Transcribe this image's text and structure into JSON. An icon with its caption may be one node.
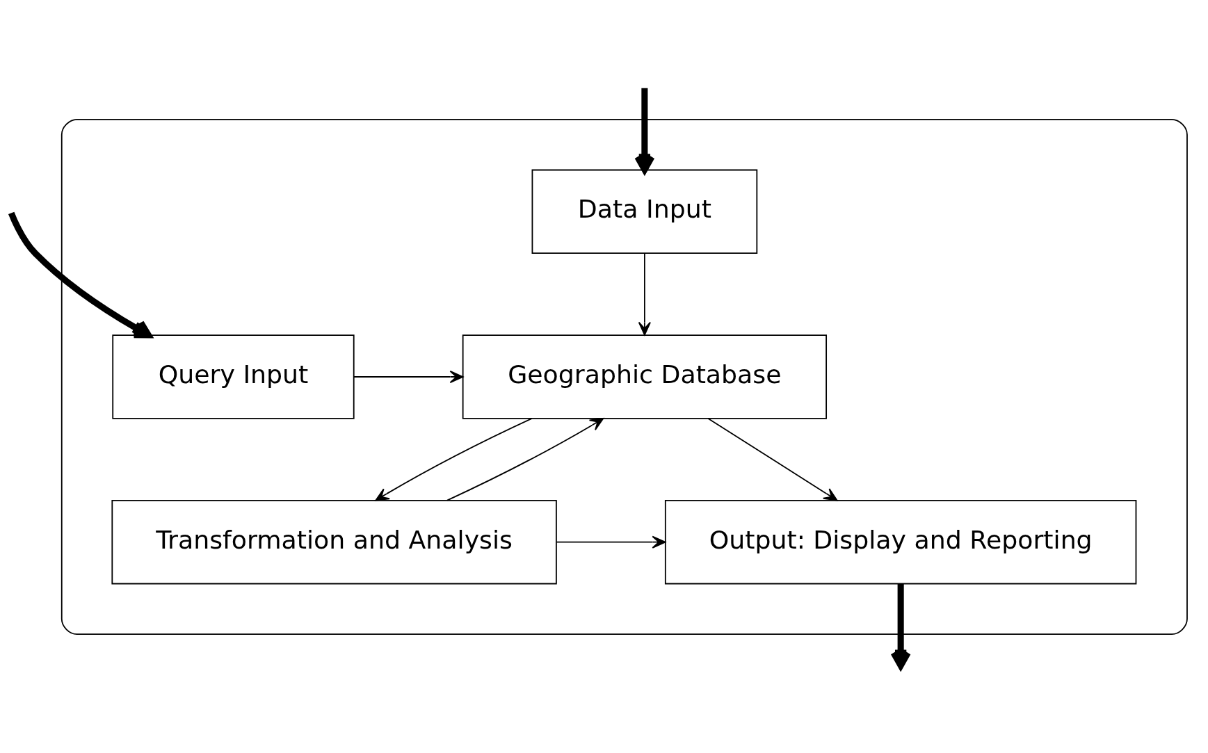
{
  "diagram": {
    "nodes": [
      {
        "text": [],
        "shape": "ellipse"
      },
      {
        "text": [
          "Data Input"
        ],
        "in": 0
      },
      {
        "text": [
          "Query Input"
        ],
        "in": 0
      },
      {
        "text": [
          "Geographic Database"
        ],
        "in": 0
      },
      {
        "text": [
          "Output: Display and Reporting"
        ],
        "in": 0
      },
      {
        "text": [
          "Transformation and Analysis"
        ],
        "in": 0
      }
    ],
    "edges": [
      {
        "from": null,
        "to": 2,
        "arrow": "to",
        "style": "thick"
      },
      {
        "from": null,
        "to": 1,
        "arrow": "to",
        "style": "thick"
      },
      {
        "from": 1,
        "to": 3,
        "arrow": "to"
      },
      {
        "from": 2,
        "to": 3,
        "arrow": "to"
      },
      {
        "from": 3,
        "to": 4,
        "arrow": "to"
      },
      {
        "from": 3,
        "to": 5,
        "arrow": "to"
      },
      {
        "from": 5,
        "to": 3,
        "arrow": "to"
      },
      {
        "from": 5,
        "to": 4,
        "arrow": "to"
      },
      {
        "from": 4,
        "to": null,
        "arrow": "to",
        "style": "thick"
      }
    ]
  }
}
